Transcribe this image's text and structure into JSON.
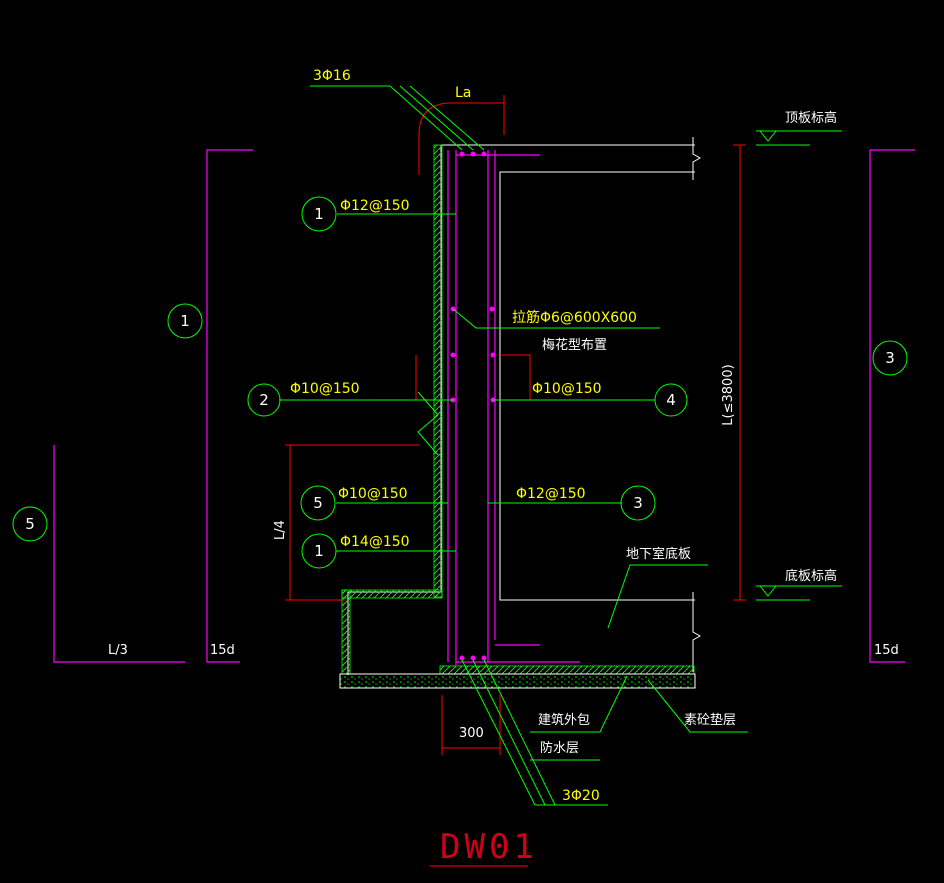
{
  "title": "DW01",
  "colors": {
    "background": "#000000",
    "wall_outline": "#ffffff",
    "rebar": "#ff00ff",
    "waterproof": "#00ff00",
    "dimension": "#ff0000",
    "leader": "#00ff00",
    "text": "#ffff00",
    "title": "#d0001a"
  },
  "annotations": {
    "top_bars": "3Φ16",
    "anchor_len": "La",
    "inner_tie": "拉筋Φ6@600X600",
    "tie_layout": "梅花型布置",
    "top_elevation": "顶板标高",
    "bottom_elevation": "底板标高",
    "basement_slab": "地下室底板",
    "bottom_bars": "3Φ20",
    "wrap": "建筑外包",
    "waterproof_layer": "防水层",
    "cushion": "素砼垫层",
    "dim_300": "300",
    "dim_L4": "L/4",
    "dim_L3": "L/3",
    "dim_L": "L(≤3800)",
    "len_15d_left": "15d",
    "len_15d_right": "15d"
  },
  "rebar_callouts": [
    {
      "mark": "1",
      "spec": "Φ12@150"
    },
    {
      "mark": "2",
      "spec": "Φ10@150"
    },
    {
      "mark": "4",
      "spec": "Φ10@150"
    },
    {
      "mark": "5",
      "spec": "Φ10@150"
    },
    {
      "mark": "3",
      "spec": "Φ12@150"
    },
    {
      "mark": "1",
      "spec": "Φ14@150"
    }
  ],
  "bar_details": [
    {
      "mark": "1"
    },
    {
      "mark": "3"
    },
    {
      "mark": "5"
    }
  ]
}
